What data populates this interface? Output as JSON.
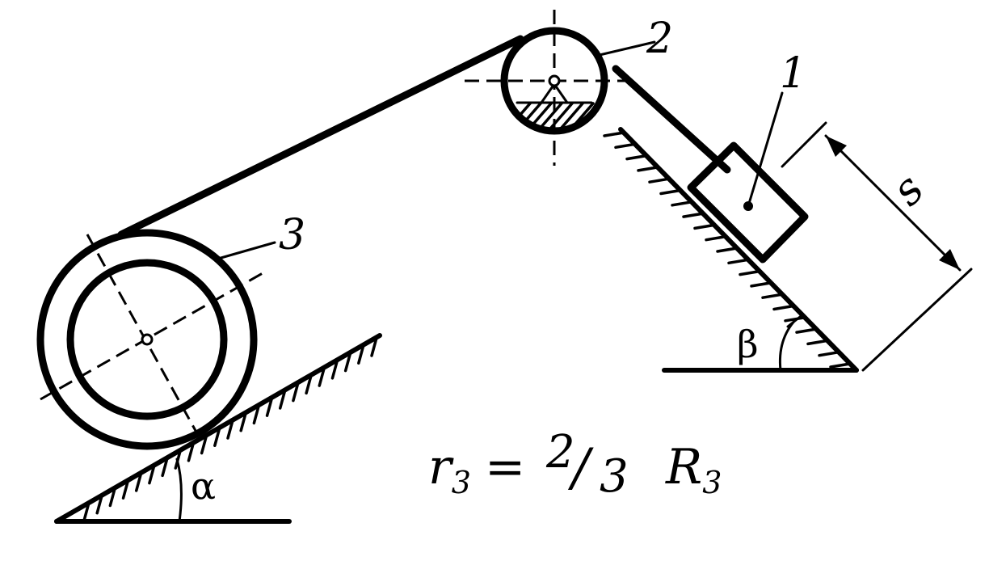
{
  "labels": {
    "pulley": "2",
    "block": "1",
    "drum": "3",
    "displacement": "s",
    "angle_left": "α",
    "angle_right": "β"
  },
  "formula": {
    "lhs": "r",
    "lhs_sub": "3",
    "equals": "=",
    "numerator": "2",
    "slash": "/",
    "denominator": "3",
    "rhs": "R",
    "rhs_sub": "3"
  }
}
